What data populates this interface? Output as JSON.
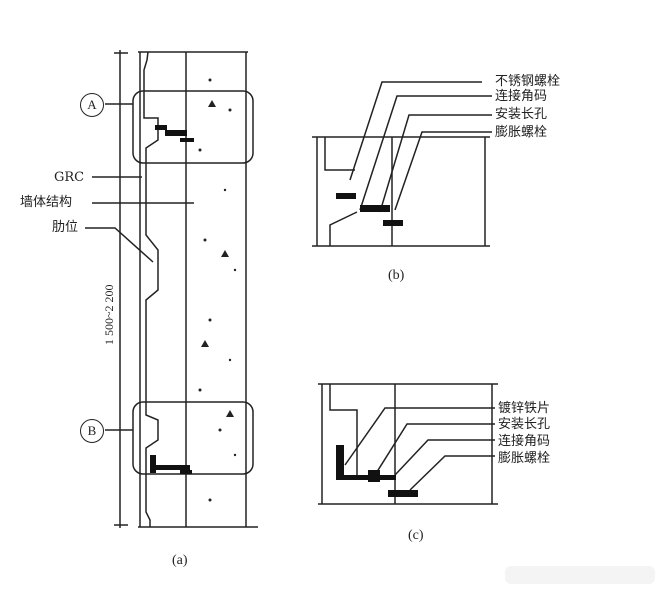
{
  "figure_a": {
    "caption": "(a)",
    "marker_a": "A",
    "marker_b": "B",
    "labels": [
      "GRC",
      "墙体结构",
      "肋位"
    ],
    "dimension": "1 500~2 200"
  },
  "figure_b": {
    "caption": "(b)",
    "labels": [
      "不锈钢螺栓",
      "连接角码",
      "安装长孔",
      "膨胀螺栓"
    ]
  },
  "figure_c": {
    "caption": "(c)",
    "labels": [
      "镀锌铁片",
      "安装长孔",
      "连接角码",
      "膨胀螺栓"
    ]
  },
  "colors": {
    "ink": "#222222",
    "background": "#ffffff"
  }
}
